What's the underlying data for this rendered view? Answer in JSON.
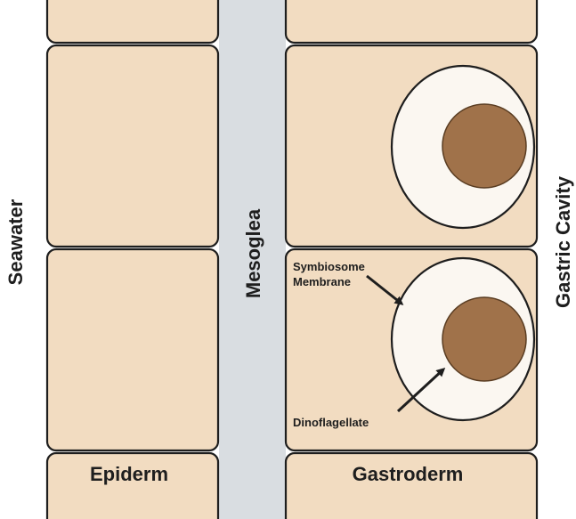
{
  "labels": {
    "seawater": "Seawater",
    "mesoglea": "Mesoglea",
    "gastric_cavity": "Gastric Cavity",
    "epiderm": "Epiderm",
    "gastroderm": "Gastroderm",
    "symbiosome_line1": "Symbiosome",
    "symbiosome_line2": "Membrane",
    "dinoflagellate": "Dinoflagellate"
  },
  "colors": {
    "cell_fill": "#f2dcc1",
    "outline": "#1e1e1e",
    "mesoglea": "#d9dde1",
    "symbiosome_fill": "#fbf7f1",
    "dinoflagellate": "#a0724a"
  }
}
